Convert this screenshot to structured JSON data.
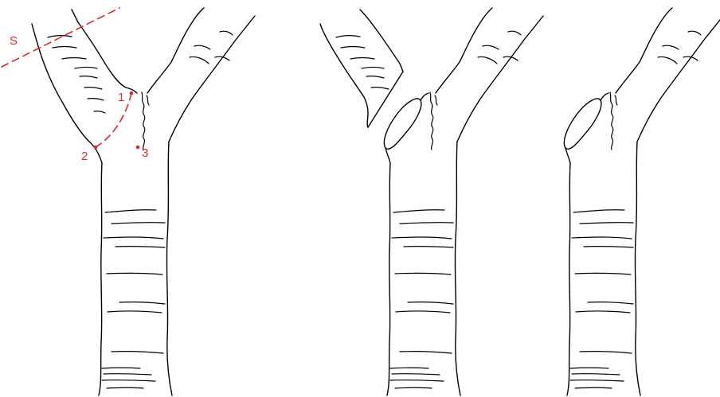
{
  "figure": {
    "panels": [
      {
        "id": "before-cut",
        "state": "annotated"
      },
      {
        "id": "after-cut",
        "state": "branch removed, stump shown"
      },
      {
        "id": "healed",
        "state": "branch removed"
      }
    ],
    "annotations": {
      "cut_line_label": "S",
      "point_labels": [
        "1",
        "2",
        "3"
      ]
    },
    "colors": {
      "ink": "#000000",
      "annotation": "#e0282b",
      "background": "#ffffff"
    }
  }
}
